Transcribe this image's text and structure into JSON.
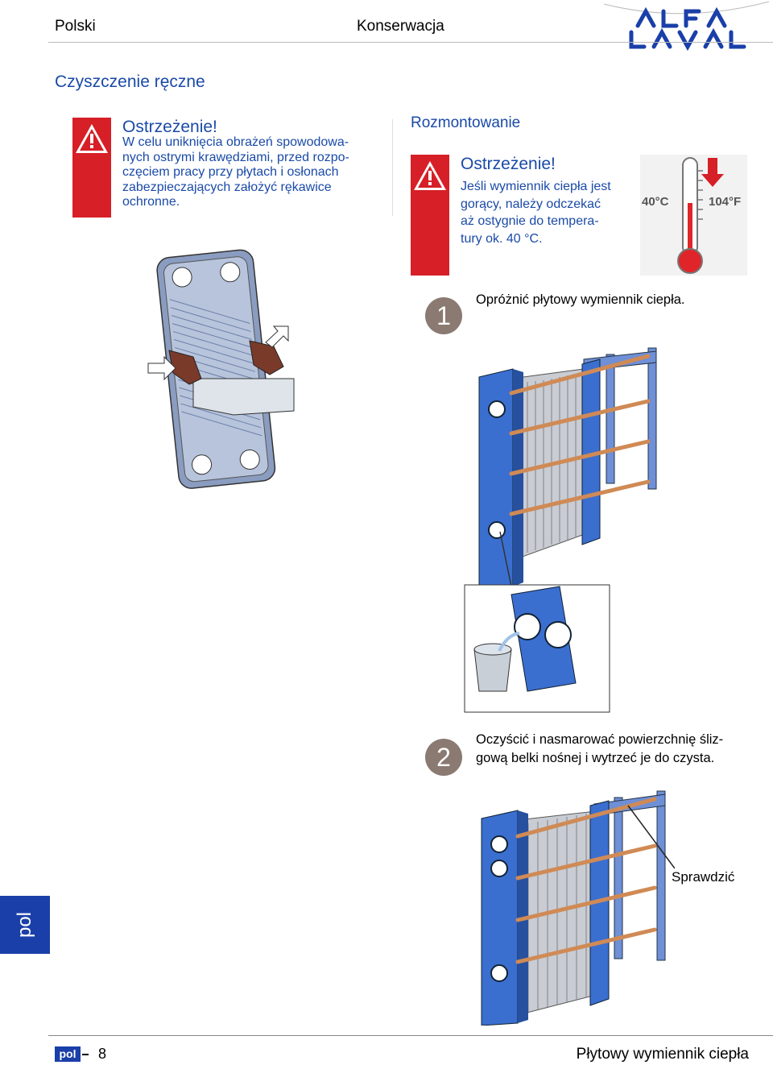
{
  "header": {
    "language": "Polski",
    "section": "Konserwacja",
    "logo_text": "ALFA LAVAL"
  },
  "section_title": "Czyszczenie ręczne",
  "warning_gloves": {
    "title": "Ostrzeżenie!",
    "text": "W celu uniknięcia obrażeń spowodowa-\nnych ostrymi krawędziami, przed rozpo-\nczęciem pracy przy płytach i osłonach\nzabezpieczających założyć rękawice\nochronne."
  },
  "disassembly": {
    "title": "Rozmontowanie",
    "warning_title": "Ostrzeżenie!",
    "warning_text": "Jeśli wymiennik ciepła jest\ngorący, należy odczekać\naż ostygnie do tempera-\ntury ok. 40 °C."
  },
  "thermometer": {
    "celsius_label": "40°C",
    "fahrenheit_label": "104°F",
    "colors": {
      "mercury": "#e0252a",
      "arrow": "#d61f26"
    }
  },
  "steps": [
    {
      "number": "1",
      "text": "Opróżnić płytowy wymiennik ciepła."
    },
    {
      "number": "2",
      "text": "Oczyścić i nasmarować powierzchnię śliz-\ngową belki nośnej i wytrzeć je do czysta."
    }
  ],
  "callout_check": "Sprawdzić",
  "side_tab": "pol",
  "footer": {
    "lang_badge": "pol",
    "page_number": "8",
    "doc_title": "Płytowy wymiennik ciepła"
  },
  "colors": {
    "accent_blue": "#1a4aa8",
    "warning_red": "#d61f26",
    "frame_blue": "#3a6fd0",
    "step_badge": "#8b7a72"
  }
}
